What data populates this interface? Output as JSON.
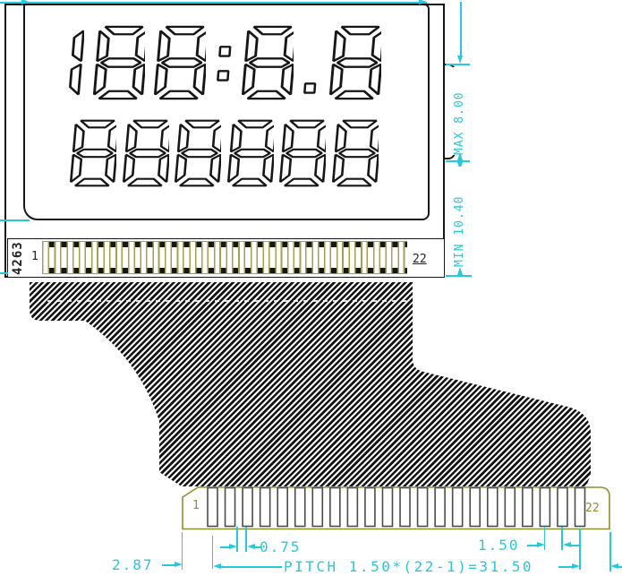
{
  "title": "LCD module outline drawing",
  "lcd": {
    "rows": [
      {
        "value": "188:8.8"
      },
      {
        "value": "888888"
      }
    ]
  },
  "top_connector": {
    "part_number": "4263",
    "first_pin_label": "1",
    "last_pin_label": "22"
  },
  "bottom_connector": {
    "first_pin_label": "1",
    "last_pin_label": "22",
    "pin_count": 22
  },
  "dimensions": {
    "tab_max": "MAX 8.00",
    "tail_min": "MIN 10.40",
    "pin_offset": "0.75",
    "pin_pitch": "1.50",
    "pitch_formula": "PITCH 1.50*(22-1)=31.50",
    "edge_offset": "2.87"
  },
  "colors": {
    "dimension_cyan": "#25c9dc",
    "connector_olive": "#8f8f2e",
    "line_black": "#161616"
  }
}
